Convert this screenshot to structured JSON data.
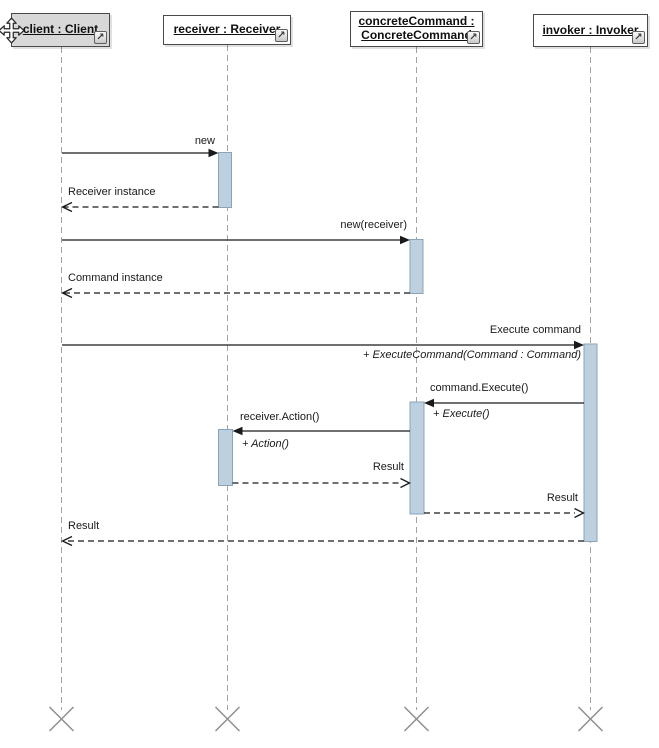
{
  "lifelines": [
    {
      "name": "client",
      "label": "client : Client",
      "selected": true
    },
    {
      "name": "receiver",
      "label": "receiver : Receiver",
      "selected": false
    },
    {
      "name": "concreteCommand",
      "label_line1": "concreteCommand :",
      "label_line2": "ConcreteCommand",
      "selected": false
    },
    {
      "name": "invoker",
      "label": "invoker : Invoker",
      "selected": false
    }
  ],
  "messages": [
    {
      "label": "new",
      "type": "sync-call"
    },
    {
      "label": "Receiver instance",
      "type": "return"
    },
    {
      "label": "new(receiver)",
      "type": "sync-call"
    },
    {
      "label": "Command instance",
      "type": "return"
    },
    {
      "label": "Execute command",
      "operation": "+ ExecuteCommand(Command : Command)",
      "type": "sync-call"
    },
    {
      "label": "command.Execute()",
      "operation": "+ Execute()",
      "type": "sync-call"
    },
    {
      "label": "receiver.Action()",
      "operation": "+ Action()",
      "type": "sync-call"
    },
    {
      "label": "Result",
      "type": "return"
    },
    {
      "label": "Result",
      "type": "return"
    },
    {
      "label": "Result",
      "type": "return"
    }
  ],
  "icons": {
    "expand": "↗"
  },
  "colors": {
    "activation_fill": "#bdd0df",
    "activation_border": "#8aa4ba",
    "selected_fill": "#d8d8d8",
    "lifeline": "#a2a2a2",
    "message_line": "#1a1a1a",
    "box_border": "#4a4a4a",
    "destroy_x": "#8f8f8f"
  }
}
